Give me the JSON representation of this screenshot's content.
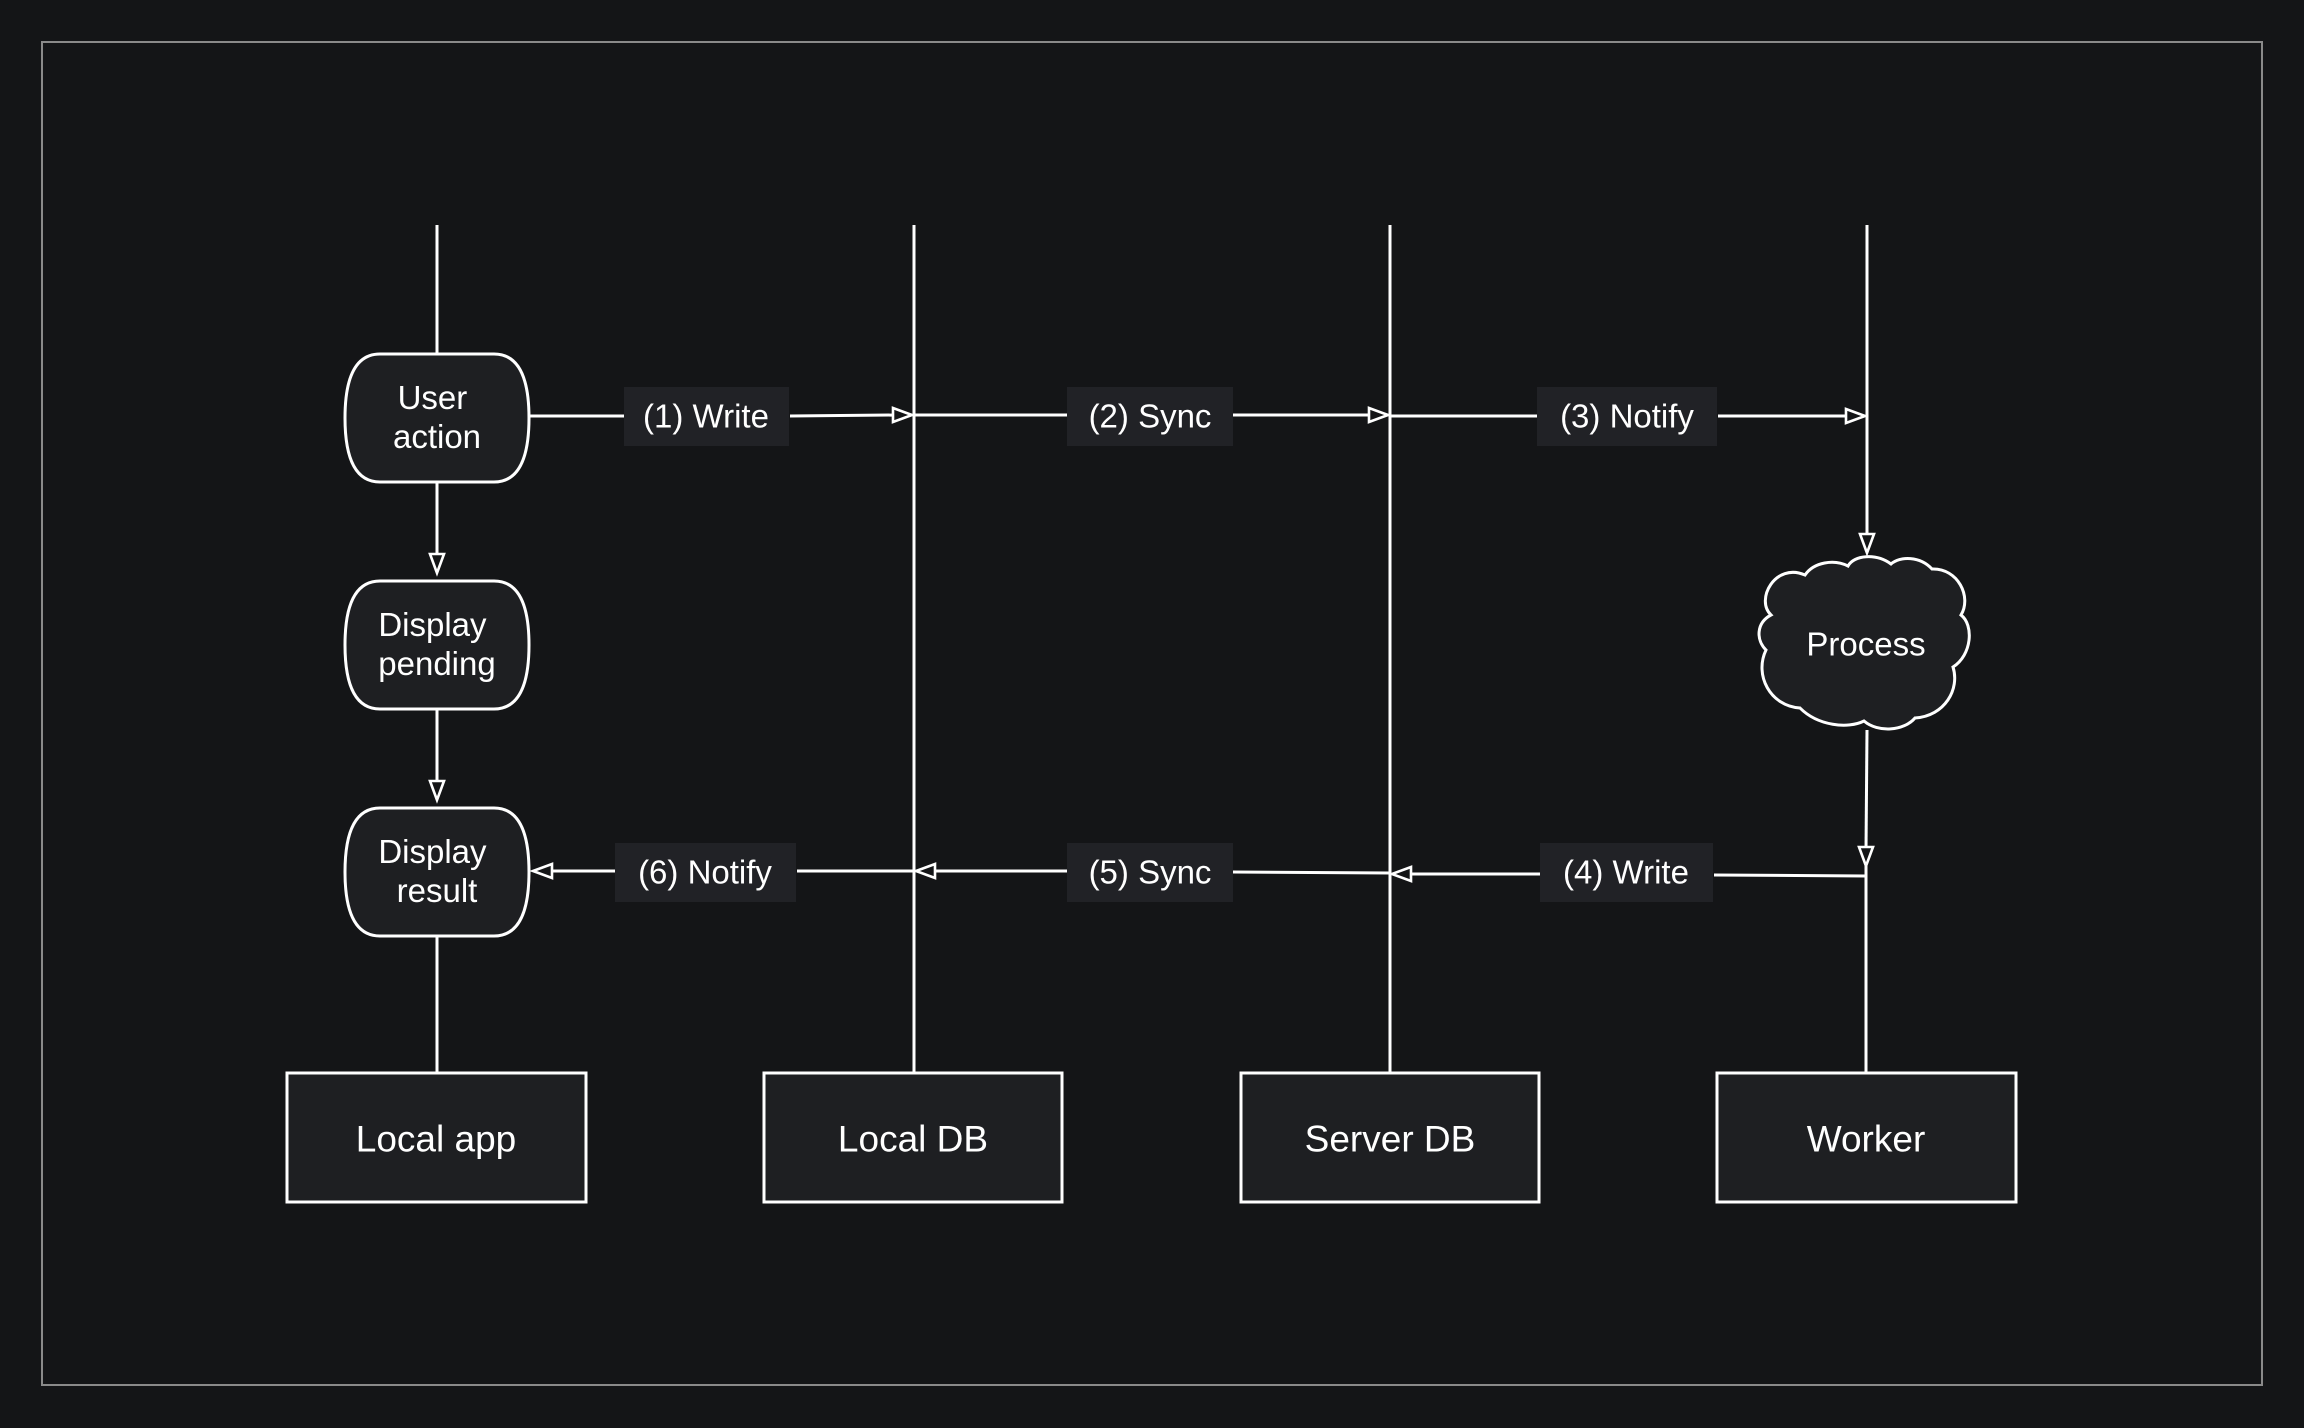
{
  "colors": {
    "background": "#141517",
    "frame": "#8a8a8a",
    "stroke": "#ffffff",
    "shape_fill": "#1e1f22",
    "label_fill": "#212226",
    "text": "#ffffff"
  },
  "actors": {
    "local_app": "Local app",
    "local_db": "Local DB",
    "server_db": "Server DB",
    "worker": "Worker"
  },
  "states": {
    "user_action": [
      "User",
      "action"
    ],
    "display_pending": [
      "Display",
      "pending"
    ],
    "display_result": [
      "Display",
      "result"
    ],
    "process": "Process"
  },
  "messages": {
    "m1": "(1) Write",
    "m2": "(2) Sync",
    "m3": "(3) Notify",
    "m4": "(4) Write",
    "m5": "(5) Sync",
    "m6": "(6) Notify"
  }
}
